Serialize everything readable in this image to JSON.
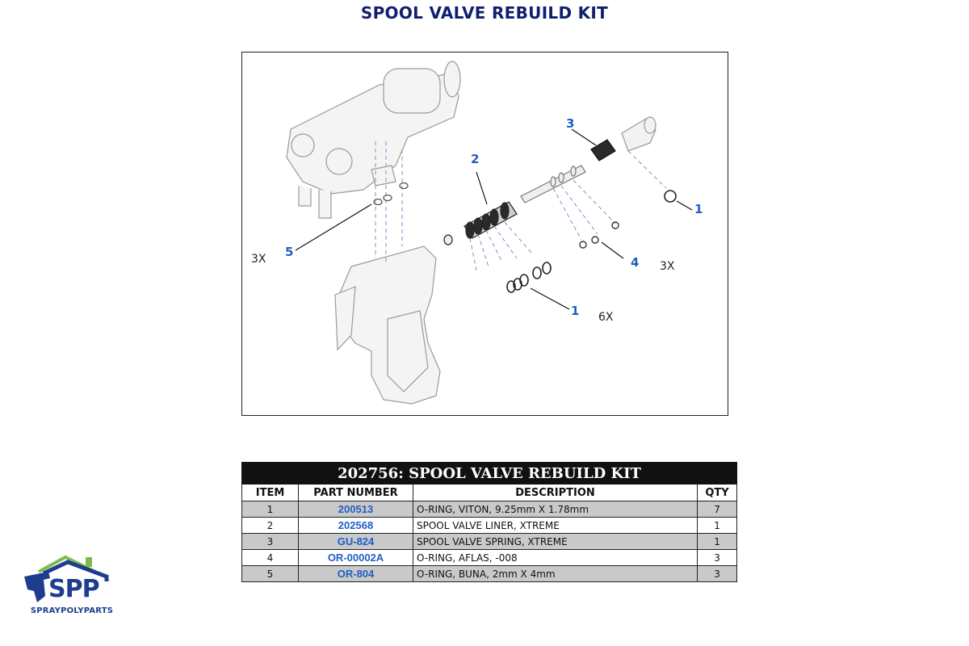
{
  "page": {
    "title": "SPOOL VALVE REBUILD KIT"
  },
  "diagram": {
    "callouts": [
      "1",
      "2",
      "3",
      "4",
      "5",
      "1"
    ],
    "quantity_notes": [
      "3X",
      "3X",
      "6X"
    ]
  },
  "table": {
    "title": "202756: SPOOL VALVE REBUILD KIT",
    "headers": {
      "item": "ITEM",
      "part_number": "PART NUMBER",
      "description": "DESCRIPTION",
      "qty": "QTY"
    },
    "rows": [
      {
        "item": "1",
        "part_number": "200513",
        "description": "O-RING, VITON, 9.25mm X 1.78mm",
        "qty": "7"
      },
      {
        "item": "2",
        "part_number": "202568",
        "description": "SPOOL VALVE LINER, XTREME",
        "qty": "1"
      },
      {
        "item": "3",
        "part_number": "GU-824",
        "description": "SPOOL VALVE SPRING, XTREME",
        "qty": "1"
      },
      {
        "item": "4",
        "part_number": "OR-00002A",
        "description": "O-RING, AFLAS, -008",
        "qty": "3"
      },
      {
        "item": "5",
        "part_number": "OR-804",
        "description": "O-RING, BUNA, 2mm X 4mm",
        "qty": "3"
      }
    ]
  },
  "logo": {
    "mark": "SPP",
    "name": "SPRAYPOLYPARTS"
  },
  "colors": {
    "title": "#0f1f6e",
    "callout": "#1f5fc4",
    "row_shade": "#c9c9c9",
    "logo_blue": "#1e3d8f",
    "logo_green": "#7fb94a"
  }
}
